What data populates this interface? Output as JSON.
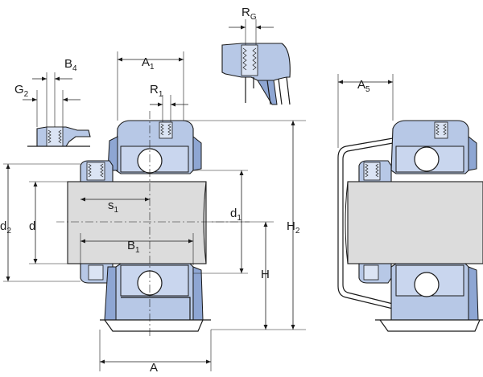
{
  "labels": {
    "rg": {
      "main": "R",
      "sub": "G"
    },
    "b4": {
      "main": "B",
      "sub": "4"
    },
    "g2": {
      "main": "G",
      "sub": "2"
    },
    "a1": {
      "main": "A",
      "sub": "1"
    },
    "r1": {
      "main": "R",
      "sub": "1"
    },
    "a5": {
      "main": "A",
      "sub": "5"
    },
    "s1": {
      "main": "s",
      "sub": "1"
    },
    "d1": {
      "main": "d",
      "sub": "1"
    },
    "d2": {
      "main": "d",
      "sub": "2"
    },
    "d": {
      "main": "d",
      "sub": ""
    },
    "b1": {
      "main": "B",
      "sub": "1"
    },
    "h": {
      "main": "H",
      "sub": ""
    },
    "h2": {
      "main": "H",
      "sub": "2"
    },
    "a": {
      "main": "A",
      "sub": ""
    }
  },
  "colors": {
    "housing": "#b7c8e6",
    "housing_dark": "#8ea6d3",
    "shaft": "#dcdcdc",
    "line": "#1a1a1a"
  }
}
